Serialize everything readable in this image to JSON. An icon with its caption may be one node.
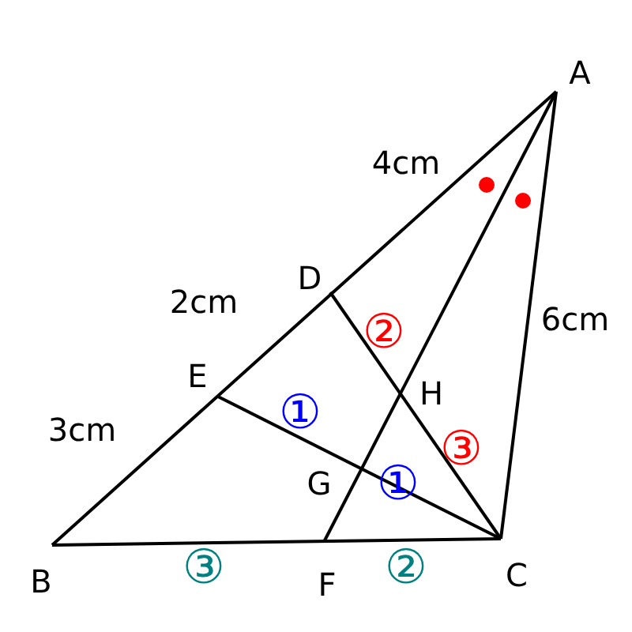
{
  "diagram": {
    "labels": [
      "A",
      "4cm",
      "D",
      "②",
      "2cm",
      "6cm",
      "E",
      "H",
      "①",
      "3cm",
      "③",
      "G",
      "①",
      "B",
      "③",
      "F",
      "②",
      "C"
    ]
  }
}
